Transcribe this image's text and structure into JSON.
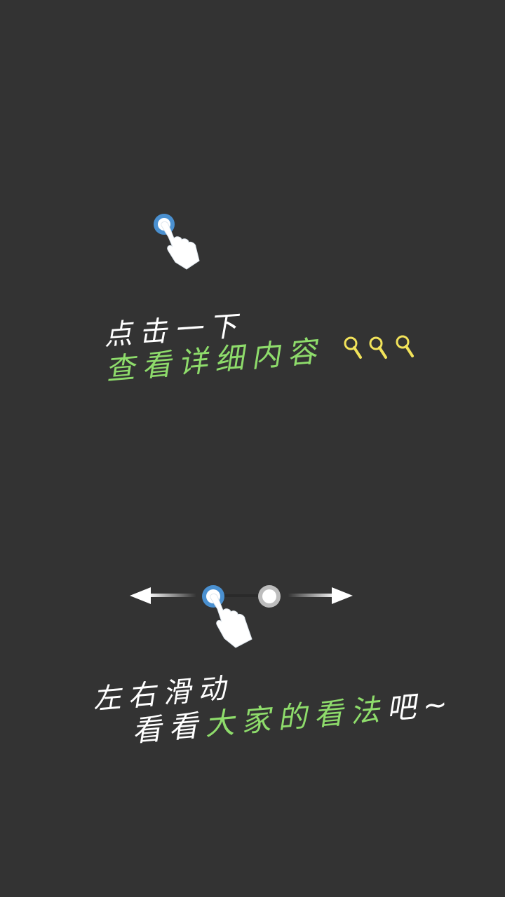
{
  "colors": {
    "background": "#333333",
    "accent_green": "#8edc6b",
    "tap_ring_blue": "#4a90d0",
    "key_yellow": "#f2e35a",
    "text_white": "#ffffff"
  },
  "tap_hint": {
    "line1": "点击一下",
    "line2": "查看详细内容",
    "icons": [
      "hand-pointer-icon",
      "magnifier-icon",
      "magnifier-icon",
      "magnifier-icon"
    ]
  },
  "swipe_hint": {
    "line1": "左右滑动",
    "line2_prefix": "看看",
    "line2_highlight": "大家的看法",
    "line2_suffix": "吧~",
    "icons": [
      "arrow-left-icon",
      "hand-pointer-icon",
      "page-dot-icon",
      "arrow-right-icon"
    ]
  }
}
